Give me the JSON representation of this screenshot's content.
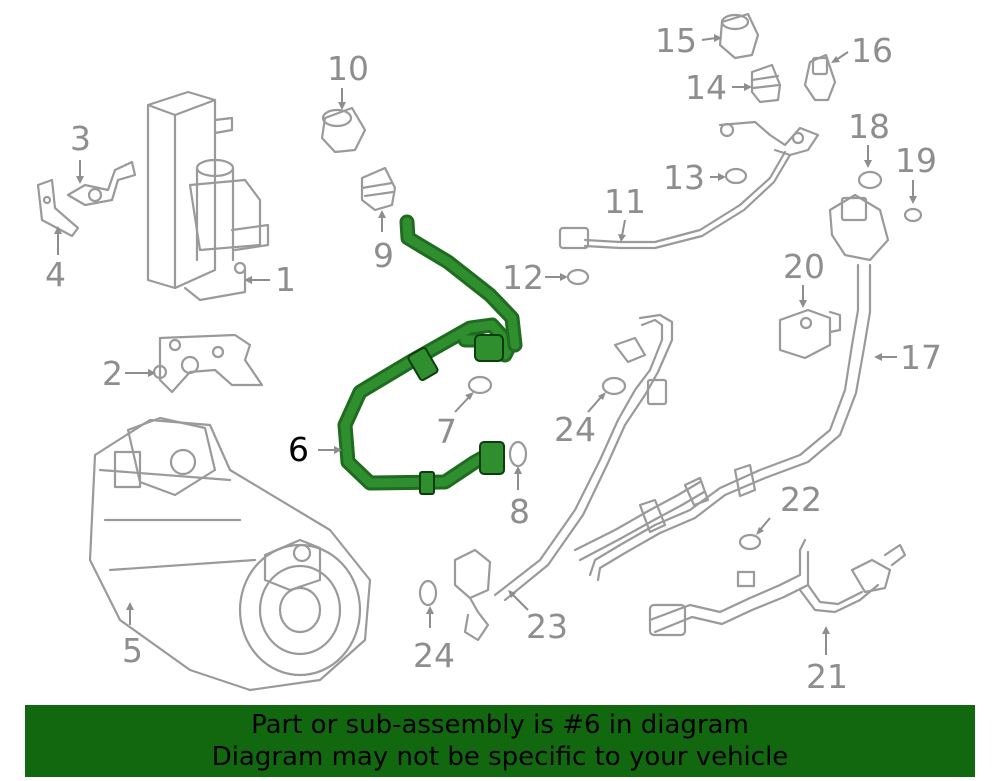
{
  "callouts": {
    "c1": "1",
    "c2": "2",
    "c3": "3",
    "c4": "4",
    "c5": "5",
    "c6": "6",
    "c7": "7",
    "c8": "8",
    "c9": "9",
    "c10": "10",
    "c11": "11",
    "c12": "12",
    "c13": "13",
    "c14": "14",
    "c15": "15",
    "c16": "16",
    "c17": "17",
    "c18": "18",
    "c19": "19",
    "c20": "20",
    "c21": "21",
    "c22": "22",
    "c23": "23",
    "c24a": "24",
    "c24b": "24"
  },
  "highlight": {
    "part_number": "6",
    "color": "#11680f",
    "hose_color": "#2f8f2f"
  },
  "banner": {
    "line1": "Part or sub-assembly is #6 in diagram",
    "line2": "Diagram may not be specific to your vehicle"
  }
}
